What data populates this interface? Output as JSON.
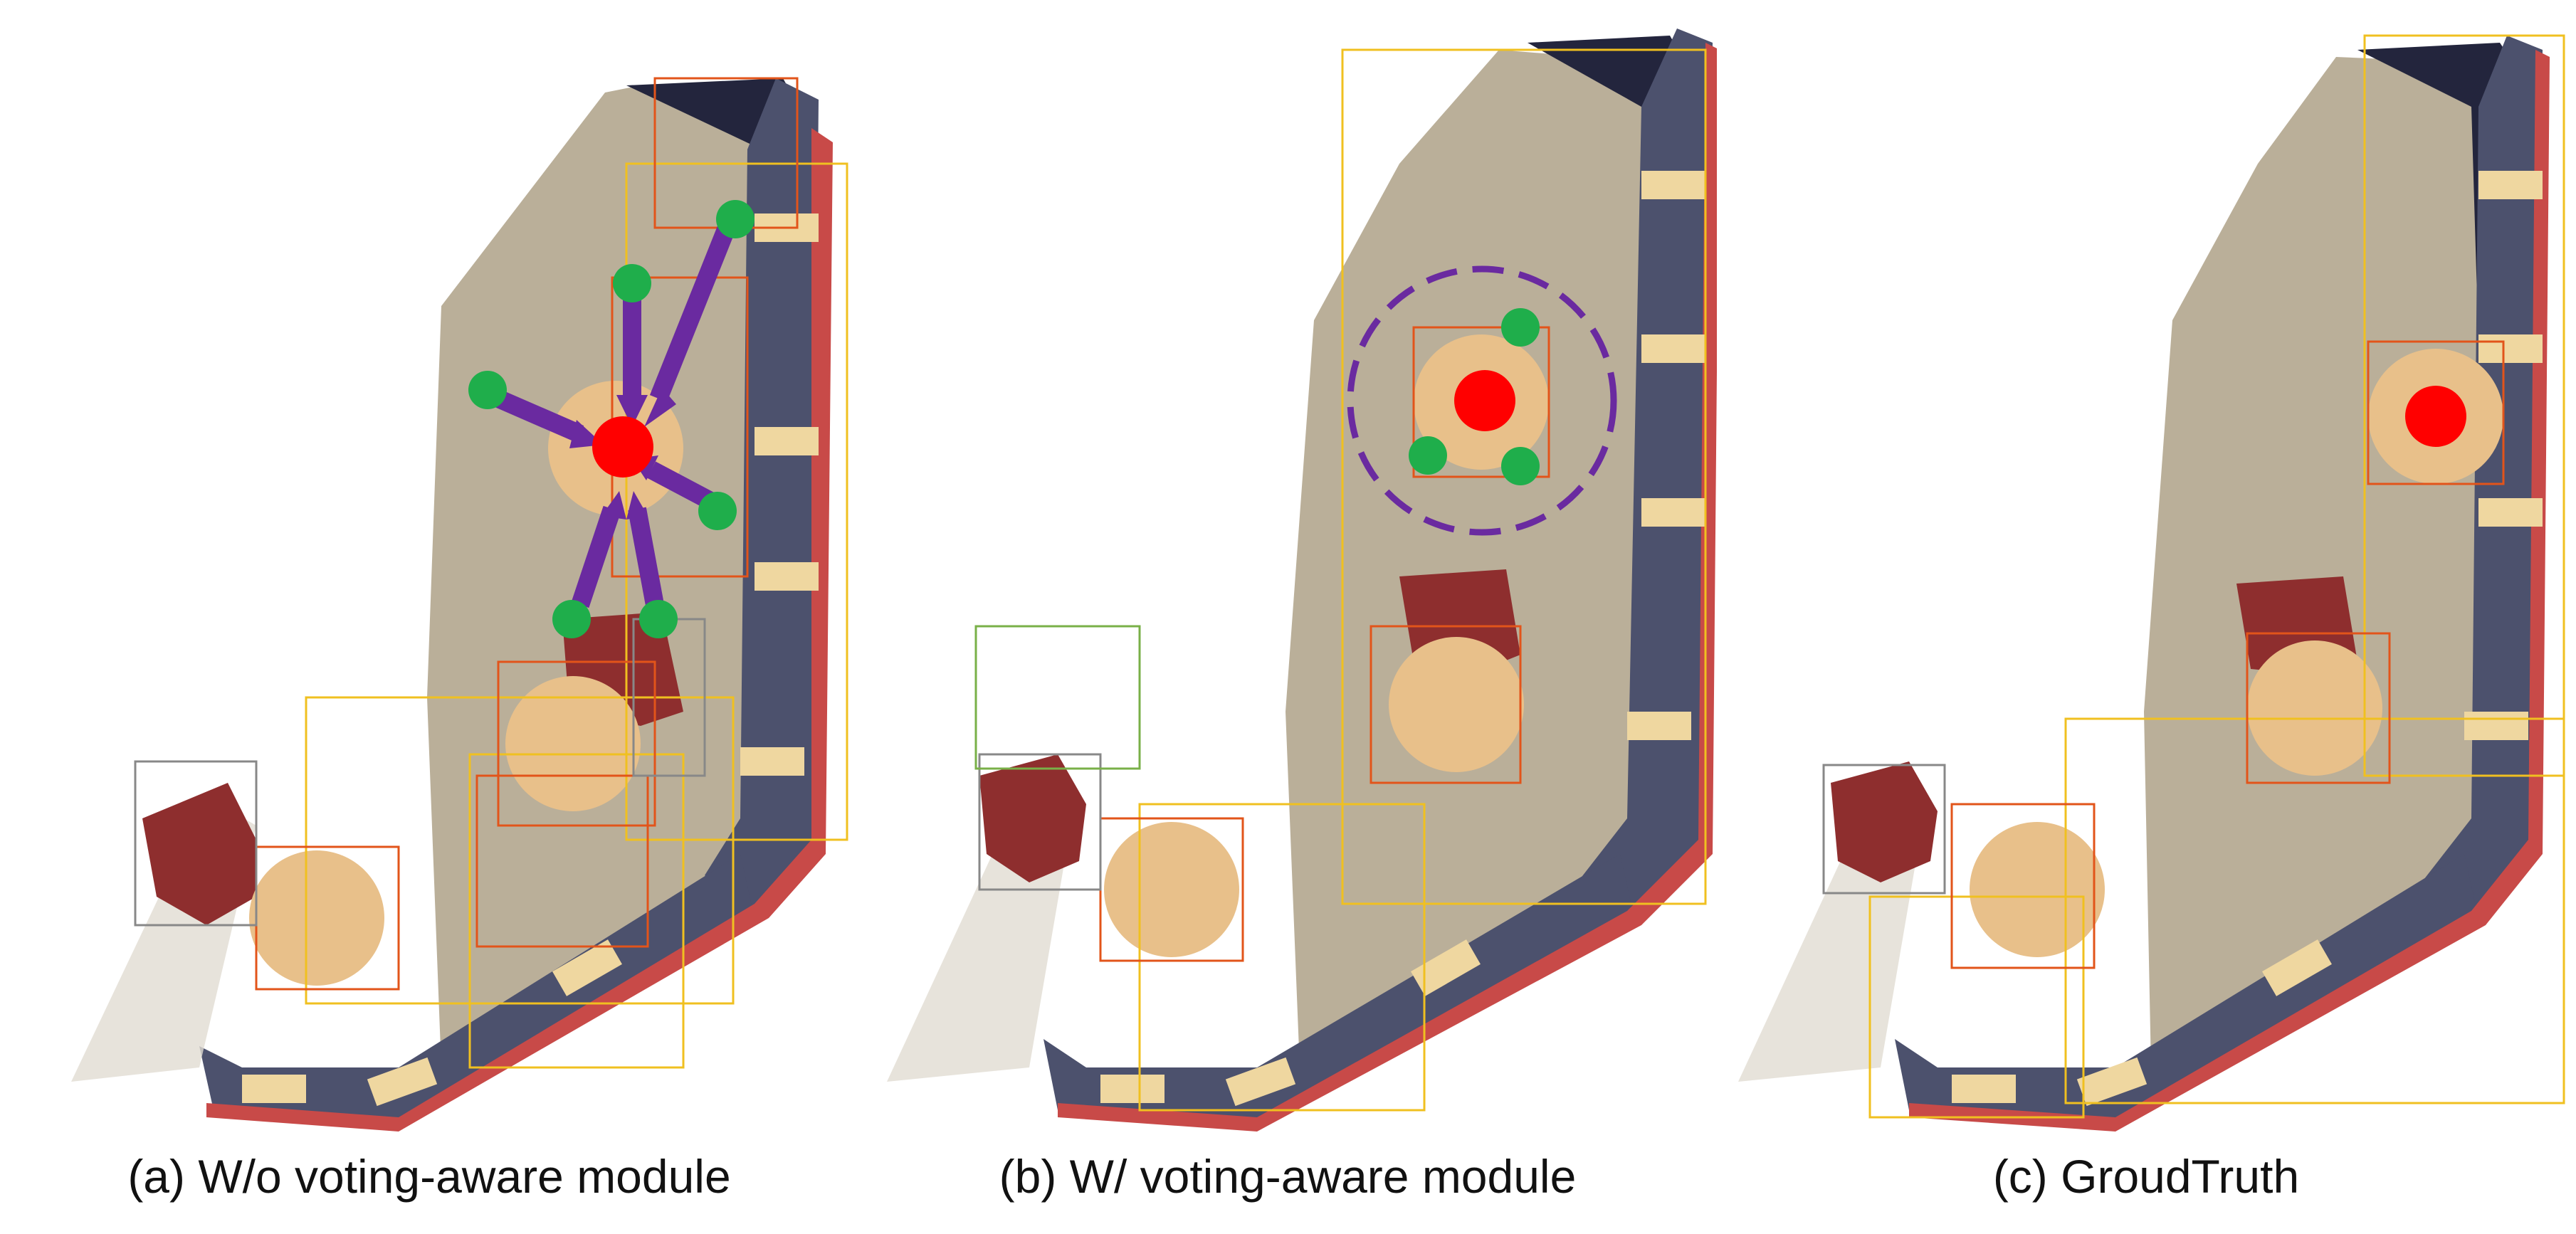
{
  "panels": [
    {
      "caption": "(a) W/o voting-aware module",
      "has_vote_arrows": true,
      "has_vote_circle": false
    },
    {
      "caption": "(b) W/ voting-aware module",
      "has_vote_arrows": false,
      "has_vote_circle": true
    },
    {
      "caption": "(c) GroudTruth",
      "has_vote_arrows": false,
      "has_vote_circle": false
    }
  ],
  "colors": {
    "vote_arrow": "#6a2aa0",
    "vote_point": "#1fae4b",
    "object_center": "#ff0000",
    "dashed_circle": "#6a2aa0",
    "box_yellow": "#f0c020",
    "box_orange": "#e2541a",
    "box_gray": "#888888",
    "box_green": "#79b048"
  }
}
